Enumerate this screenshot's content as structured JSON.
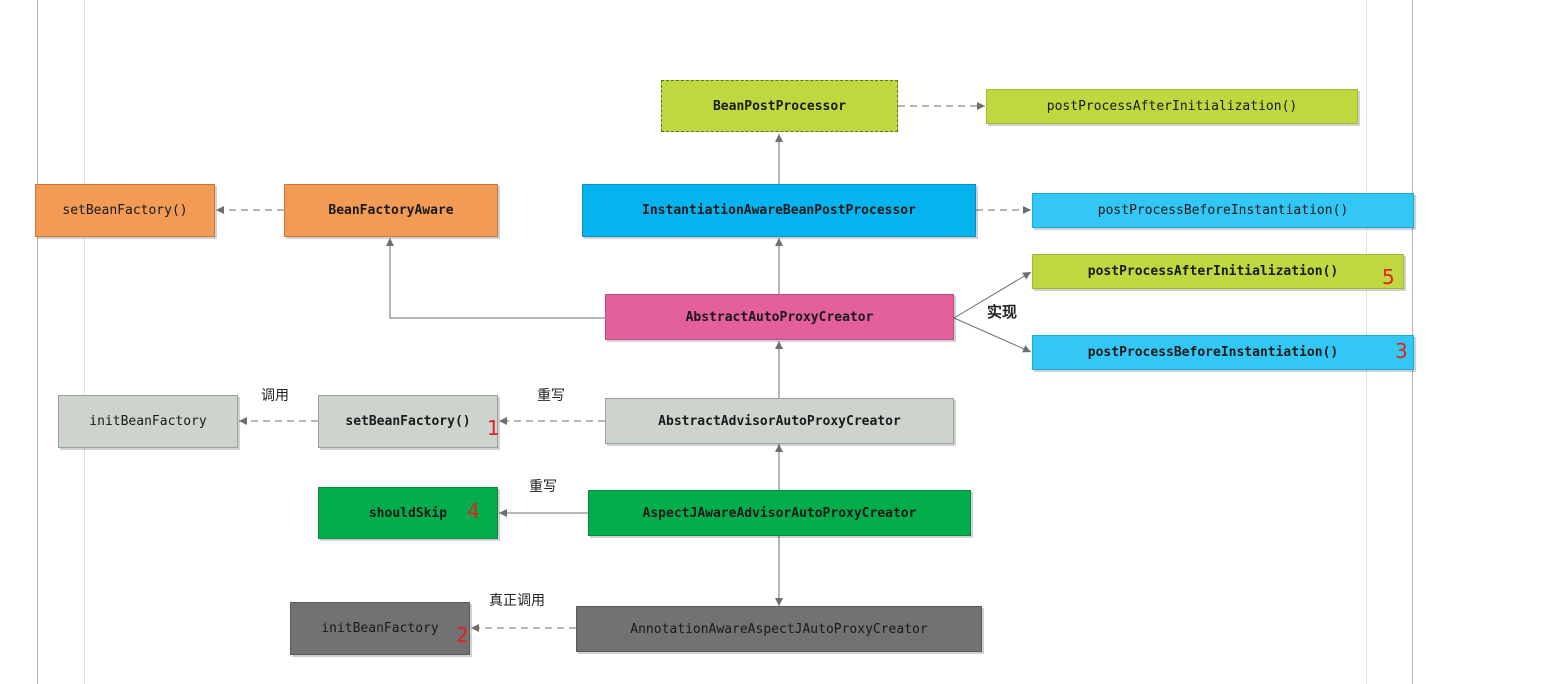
{
  "colors": {
    "lime": "#c0d840",
    "orange": "#f29b55",
    "blue": "#05b3ee",
    "light_blue": "#33c7f5",
    "pink": "#e3609c",
    "gray_light": "#cdd4cd",
    "green": "#03ad4c",
    "gray_dark": "#727272",
    "connector": "#6e6e6e",
    "number": "#e0231c"
  },
  "nodes": {
    "bean_post_processor": "BeanPostProcessor",
    "post_process_after_init_top": "postProcessAfterInitialization()",
    "set_bean_factory_top": "setBeanFactory()",
    "bean_factory_aware": "BeanFactoryAware",
    "instantiation_aware_bpp": "InstantiationAwareBeanPostProcessor",
    "post_process_before_inst_top": "postProcessBeforeInstantiation()",
    "post_process_after_init_impl": "postProcessAfterInitialization()",
    "abstract_auto_proxy_creator": "AbstractAutoProxyCreator",
    "post_process_before_inst_impl": "postProcessBeforeInstantiation()",
    "init_bean_factory_left": "initBeanFactory",
    "set_bean_factory_override": "setBeanFactory()",
    "abstract_advisor_auto_proxy_creator": "AbstractAdvisorAutoProxyCreator",
    "should_skip": "shouldSkip",
    "aspectj_aware_advisor_auto_proxy_creator": "AspectJAwareAdvisorAutoProxyCreator",
    "init_bean_factory_real": "initBeanFactory",
    "annotation_aware_aspectj_auto_proxy_creator": "AnnotationAwareAspectJAutoProxyCreator"
  },
  "labels": {
    "implements": "实现",
    "calls": "调用",
    "override_1": "重写",
    "override_2": "重写",
    "really_calls": "真正调用"
  },
  "markers": {
    "m1": "1",
    "m2": "2",
    "m3": "3",
    "m4": "4",
    "m5": "5"
  }
}
